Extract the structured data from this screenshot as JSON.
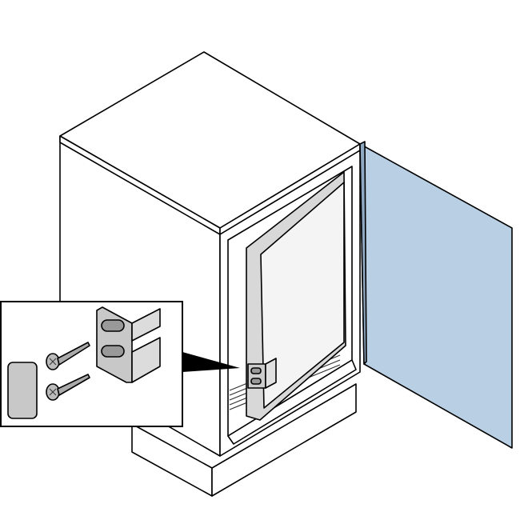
{
  "colors": {
    "door": "#b9d0e4",
    "part_gray": "#c8c8c8",
    "inner_panel": "#f4f4f4",
    "pointer": "#000000"
  },
  "illustration": {
    "subject": "cabinet-with-open-door",
    "inset_parts": [
      "magnetic-catch",
      "screw",
      "screw",
      "strike-plate"
    ]
  }
}
